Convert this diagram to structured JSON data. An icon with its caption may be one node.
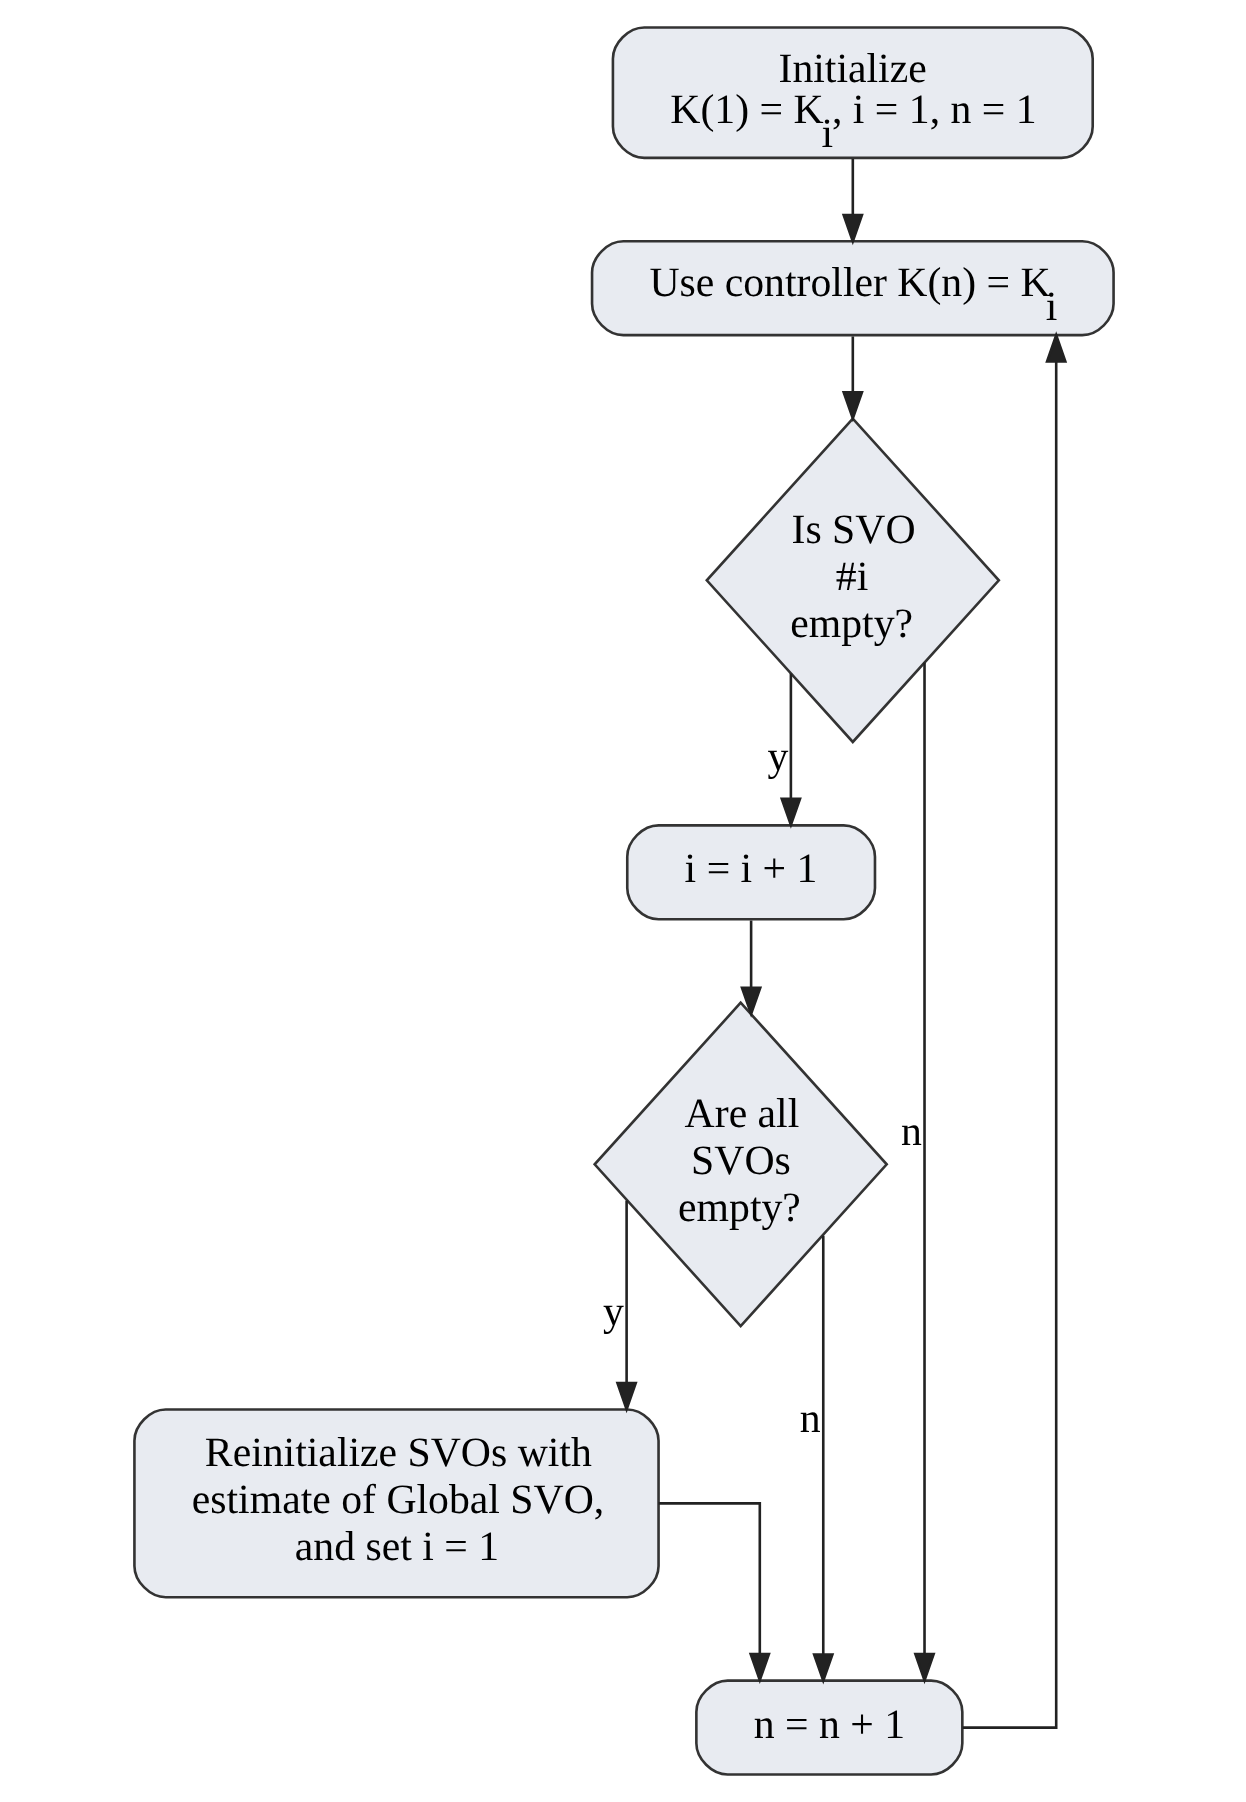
{
  "diagram": {
    "nodes": [
      {
        "text": [
          "Initialize",
          "K(1) = K$_{i}$, i = 1, n = 1"
        ]
      },
      {
        "text": [
          "Use controller K(n) = K$_{i}$"
        ]
      },
      {
        "text": [
          "Is SVO #i empty?"
        ]
      },
      {
        "text": [
          "i = i + 1"
        ]
      },
      {
        "text": [
          "Are all SVOs empty?"
        ]
      },
      {
        "text": [
          "Reinitialize SVOs with estimate of Global SVO, and set i = 1"
        ]
      },
      {
        "text": [
          "n = n + 1"
        ]
      }
    ],
    "edges": [
      {
        "from": 0,
        "to": 1,
        "arrow": "to"
      },
      {
        "from": 1,
        "to": 2,
        "arrow": "to"
      },
      {
        "from": 2,
        "to": 3,
        "arrow": "to",
        "label": "y"
      },
      {
        "from": 2,
        "to": 6,
        "arrow": "to",
        "label": "n"
      },
      {
        "from": 3,
        "to": 4,
        "arrow": "to"
      },
      {
        "from": 4,
        "to": 5,
        "arrow": "to",
        "label": "y"
      },
      {
        "from": 4,
        "to": 6,
        "arrow": "to",
        "label": "n"
      },
      {
        "from": 5,
        "to": 6,
        "arrow": "to"
      },
      {
        "from": 6,
        "to": 1,
        "arrow": "to"
      }
    ]
  }
}
